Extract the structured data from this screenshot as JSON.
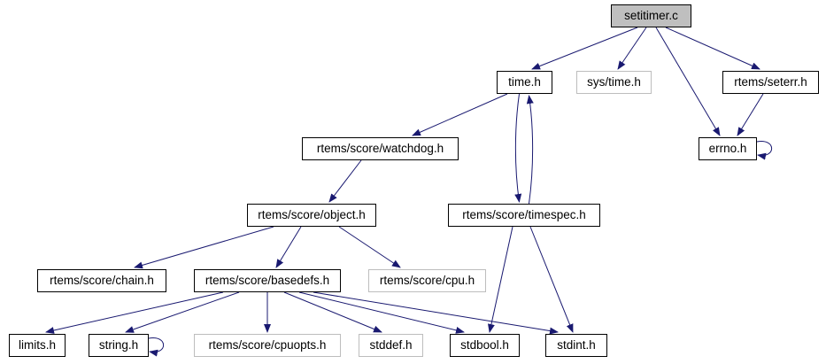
{
  "diagram": {
    "kind": "include-dependency-graph",
    "edge_color": "#191970",
    "root_fill_color": "#bfbfbf",
    "node_border_color": "#000000",
    "external_node_border_color": "#bdbdbd",
    "nodes": [
      {
        "label": "setitimer.c",
        "style": "root-filled"
      },
      {
        "label": "time.h",
        "style": "documented"
      },
      {
        "label": "sys/time.h",
        "style": "external"
      },
      {
        "label": "rtems/seterr.h",
        "style": "documented"
      },
      {
        "label": "errno.h",
        "style": "documented"
      },
      {
        "label": "rtems/score/watchdog.h",
        "style": "documented"
      },
      {
        "label": "rtems/score/object.h",
        "style": "documented"
      },
      {
        "label": "rtems/score/timespec.h",
        "style": "documented"
      },
      {
        "label": "rtems/score/chain.h",
        "style": "documented"
      },
      {
        "label": "rtems/score/basedefs.h",
        "style": "documented"
      },
      {
        "label": "rtems/score/cpu.h",
        "style": "external"
      },
      {
        "label": "limits.h",
        "style": "documented"
      },
      {
        "label": "string.h",
        "style": "documented"
      },
      {
        "label": "rtems/score/cpuopts.h",
        "style": "external"
      },
      {
        "label": "stddef.h",
        "style": "external"
      },
      {
        "label": "stdbool.h",
        "style": "documented"
      },
      {
        "label": "stdint.h",
        "style": "documented"
      }
    ],
    "edges": [
      {
        "from": "setitimer.c",
        "to": "time.h"
      },
      {
        "from": "setitimer.c",
        "to": "sys/time.h"
      },
      {
        "from": "setitimer.c",
        "to": "rtems/seterr.h"
      },
      {
        "from": "setitimer.c",
        "to": "errno.h"
      },
      {
        "from": "rtems/seterr.h",
        "to": "errno.h"
      },
      {
        "from": "errno.h",
        "to": "errno.h"
      },
      {
        "from": "time.h",
        "to": "rtems/score/watchdog.h"
      },
      {
        "from": "time.h",
        "to": "rtems/score/timespec.h"
      },
      {
        "from": "rtems/score/timespec.h",
        "to": "time.h"
      },
      {
        "from": "rtems/score/watchdog.h",
        "to": "rtems/score/object.h"
      },
      {
        "from": "rtems/score/object.h",
        "to": "rtems/score/chain.h"
      },
      {
        "from": "rtems/score/object.h",
        "to": "rtems/score/basedefs.h"
      },
      {
        "from": "rtems/score/object.h",
        "to": "rtems/score/cpu.h"
      },
      {
        "from": "rtems/score/timespec.h",
        "to": "stdbool.h"
      },
      {
        "from": "rtems/score/timespec.h",
        "to": "stdint.h"
      },
      {
        "from": "rtems/score/basedefs.h",
        "to": "limits.h"
      },
      {
        "from": "rtems/score/basedefs.h",
        "to": "string.h"
      },
      {
        "from": "rtems/score/basedefs.h",
        "to": "rtems/score/cpuopts.h"
      },
      {
        "from": "rtems/score/basedefs.h",
        "to": "stddef.h"
      },
      {
        "from": "rtems/score/basedefs.h",
        "to": "stdbool.h"
      },
      {
        "from": "rtems/score/basedefs.h",
        "to": "stdint.h"
      },
      {
        "from": "string.h",
        "to": "string.h"
      }
    ]
  }
}
